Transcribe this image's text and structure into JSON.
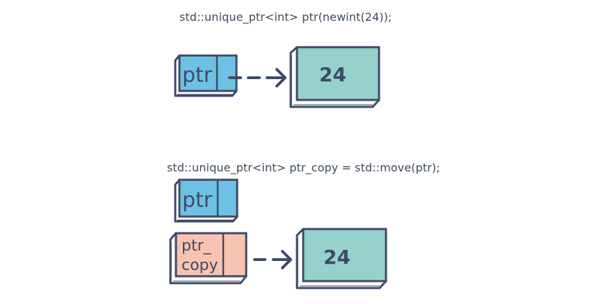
{
  "code": {
    "line1": "std::unique_ptr<int> ptr(newint(24));",
    "line2": "std::unique_ptr<int> ptr_copy = std::move(ptr);"
  },
  "diagram1": {
    "pointer_label": "ptr",
    "value": "24"
  },
  "diagram2": {
    "pointer_label": "ptr",
    "copy_label_line1": "ptr_",
    "copy_label_line2": "copy",
    "value": "24"
  },
  "colors": {
    "pointer_fill": "#6ec1e4",
    "copy_fill": "#f9c3b1",
    "value_fill": "#96d2cb",
    "stroke": "#3d4a66",
    "text": "#3d4a5a"
  }
}
